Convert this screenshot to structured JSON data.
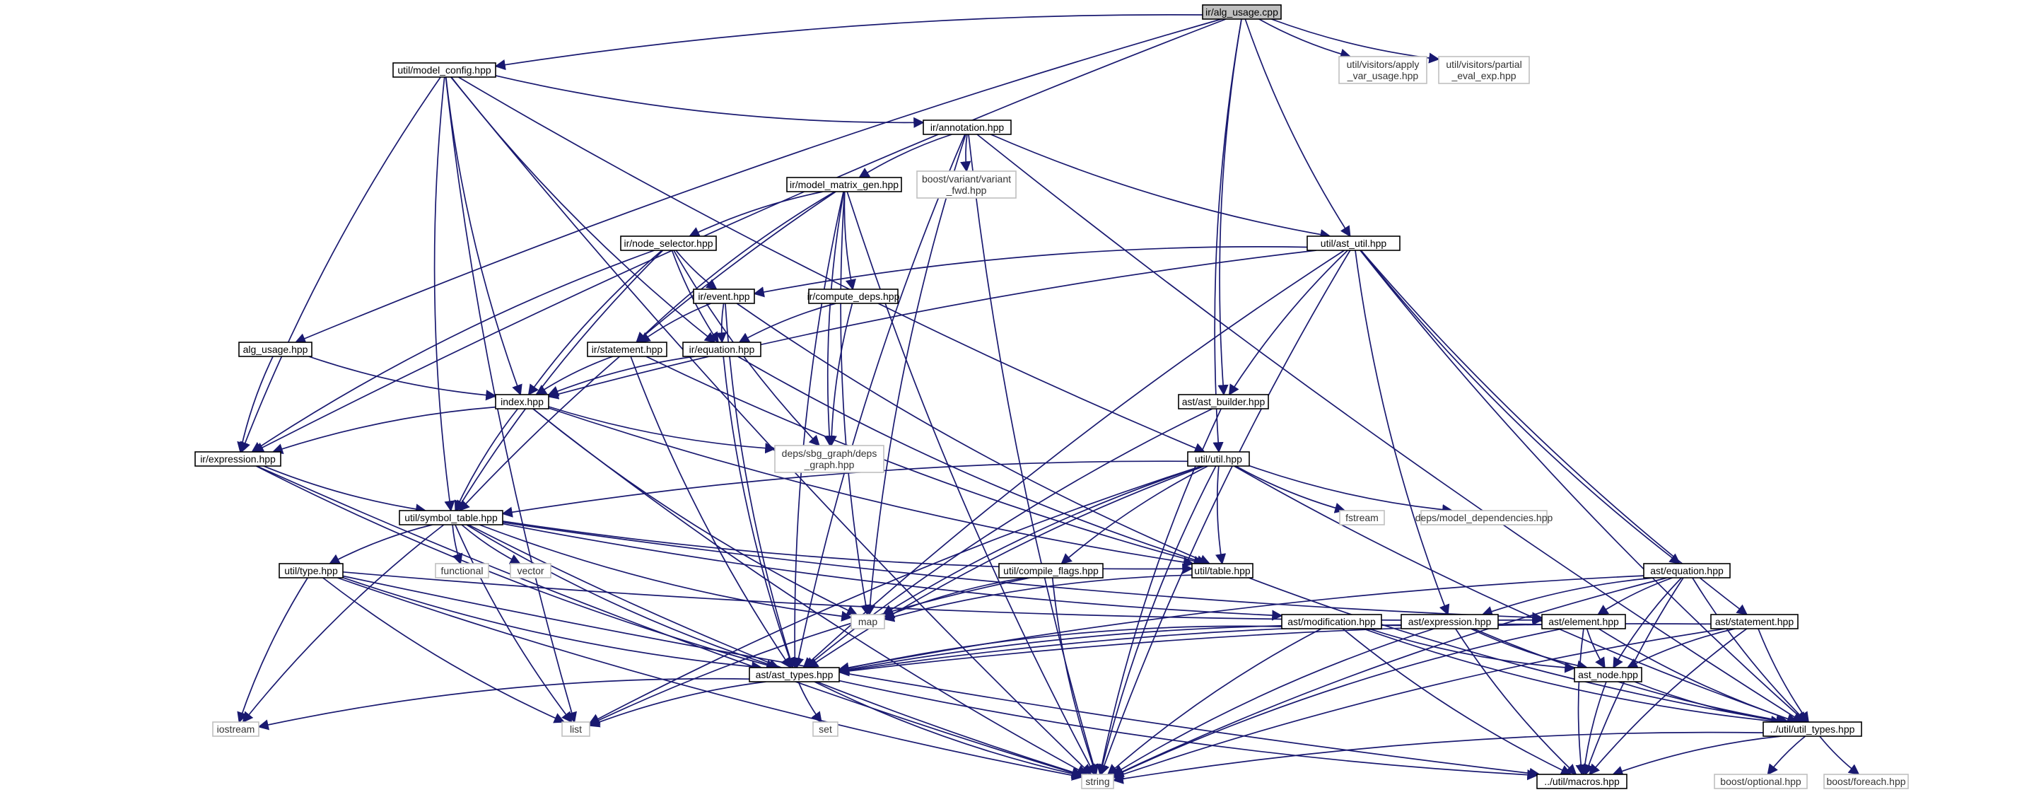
{
  "diagram": {
    "edge_color": "#191970",
    "root_fill": "#bfbfbf",
    "nodes": [
      {
        "id": "n0",
        "lines": [
          "ir/alg_usage.cpp"
        ],
        "kind": "root"
      },
      {
        "id": "n1",
        "lines": [
          "util/model_config.hpp"
        ],
        "kind": "solid"
      },
      {
        "id": "n2",
        "lines": [
          "util/visitors/apply",
          "_var_usage.hpp"
        ],
        "kind": "ext"
      },
      {
        "id": "n3",
        "lines": [
          "util/visitors/partial",
          "_eval_exp.hpp"
        ],
        "kind": "ext"
      },
      {
        "id": "n4",
        "lines": [
          "ir/annotation.hpp"
        ],
        "kind": "solid"
      },
      {
        "id": "n5",
        "lines": [
          "ir/model_matrix_gen.hpp"
        ],
        "kind": "solid"
      },
      {
        "id": "n6",
        "lines": [
          "boost/variant/variant",
          "_fwd.hpp"
        ],
        "kind": "ext"
      },
      {
        "id": "n7",
        "lines": [
          "util/ast_util.hpp"
        ],
        "kind": "solid"
      },
      {
        "id": "n8",
        "lines": [
          "ir/node_selector.hpp"
        ],
        "kind": "solid"
      },
      {
        "id": "n9",
        "lines": [
          "ir/event.hpp"
        ],
        "kind": "solid"
      },
      {
        "id": "n10",
        "lines": [
          "ir/compute_deps.hpp"
        ],
        "kind": "solid"
      },
      {
        "id": "n11",
        "lines": [
          "alg_usage.hpp"
        ],
        "kind": "solid"
      },
      {
        "id": "n12",
        "lines": [
          "ir/statement.hpp"
        ],
        "kind": "solid"
      },
      {
        "id": "n13",
        "lines": [
          "ir/equation.hpp"
        ],
        "kind": "solid"
      },
      {
        "id": "n14",
        "lines": [
          "index.hpp"
        ],
        "kind": "solid"
      },
      {
        "id": "n15",
        "lines": [
          "ast/ast_builder.hpp"
        ],
        "kind": "solid"
      },
      {
        "id": "n16",
        "lines": [
          "ir/expression.hpp"
        ],
        "kind": "solid"
      },
      {
        "id": "n17",
        "lines": [
          "deps/sbg_graph/deps",
          "_graph.hpp"
        ],
        "kind": "ext"
      },
      {
        "id": "n18",
        "lines": [
          "util/util.hpp"
        ],
        "kind": "solid"
      },
      {
        "id": "n19",
        "lines": [
          "util/symbol_table.hpp"
        ],
        "kind": "solid"
      },
      {
        "id": "n20",
        "lines": [
          "functional"
        ],
        "kind": "ext"
      },
      {
        "id": "n21",
        "lines": [
          "vector"
        ],
        "kind": "ext"
      },
      {
        "id": "n22",
        "lines": [
          "fstream"
        ],
        "kind": "ext"
      },
      {
        "id": "n23",
        "lines": [
          "deps/model_dependencies.hpp"
        ],
        "kind": "ext"
      },
      {
        "id": "n24",
        "lines": [
          "util/type.hpp"
        ],
        "kind": "solid"
      },
      {
        "id": "n25",
        "lines": [
          "util/table.hpp"
        ],
        "kind": "solid"
      },
      {
        "id": "n26",
        "lines": [
          "util/compile_flags.hpp"
        ],
        "kind": "solid"
      },
      {
        "id": "n27",
        "lines": [
          "ast/equation.hpp"
        ],
        "kind": "solid"
      },
      {
        "id": "n28",
        "lines": [
          "map"
        ],
        "kind": "ext"
      },
      {
        "id": "n29",
        "lines": [
          "ast/modification.hpp"
        ],
        "kind": "solid"
      },
      {
        "id": "n30",
        "lines": [
          "ast/expression.hpp"
        ],
        "kind": "solid"
      },
      {
        "id": "n31",
        "lines": [
          "ast/element.hpp"
        ],
        "kind": "solid"
      },
      {
        "id": "n32",
        "lines": [
          "ast/statement.hpp"
        ],
        "kind": "solid"
      },
      {
        "id": "n33",
        "lines": [
          "ast/ast_types.hpp"
        ],
        "kind": "solid"
      },
      {
        "id": "n34",
        "lines": [
          "ast_node.hpp"
        ],
        "kind": "solid"
      },
      {
        "id": "n35",
        "lines": [
          "iostream"
        ],
        "kind": "ext"
      },
      {
        "id": "n36",
        "lines": [
          "list"
        ],
        "kind": "ext"
      },
      {
        "id": "n37",
        "lines": [
          "set"
        ],
        "kind": "ext"
      },
      {
        "id": "n38",
        "lines": [
          "../util/util_types.hpp"
        ],
        "kind": "solid"
      },
      {
        "id": "n39",
        "lines": [
          "string"
        ],
        "kind": "ext"
      },
      {
        "id": "n40",
        "lines": [
          "../util/macros.hpp"
        ],
        "kind": "solid"
      },
      {
        "id": "n41",
        "lines": [
          "boost/optional.hpp"
        ],
        "kind": "ext"
      },
      {
        "id": "n42",
        "lines": [
          "boost/foreach.hpp"
        ],
        "kind": "ext"
      }
    ],
    "edges": [
      [
        "n0",
        "n1"
      ],
      [
        "n0",
        "n2"
      ],
      [
        "n0",
        "n3"
      ],
      [
        "n0",
        "n11"
      ],
      [
        "n0",
        "n16"
      ],
      [
        "n0",
        "n7"
      ],
      [
        "n0",
        "n15"
      ],
      [
        "n0",
        "n18"
      ],
      [
        "n1",
        "n4"
      ],
      [
        "n1",
        "n14"
      ],
      [
        "n1",
        "n16"
      ],
      [
        "n1",
        "n19"
      ],
      [
        "n1",
        "n13"
      ],
      [
        "n1",
        "n18"
      ],
      [
        "n1",
        "n39"
      ],
      [
        "n1",
        "n36"
      ],
      [
        "n4",
        "n5"
      ],
      [
        "n4",
        "n6"
      ],
      [
        "n4",
        "n7"
      ],
      [
        "n4",
        "n33"
      ],
      [
        "n4",
        "n28"
      ],
      [
        "n4",
        "n38"
      ],
      [
        "n4",
        "n39"
      ],
      [
        "n5",
        "n8"
      ],
      [
        "n5",
        "n10"
      ],
      [
        "n5",
        "n12"
      ],
      [
        "n5",
        "n17"
      ],
      [
        "n5",
        "n19"
      ],
      [
        "n5",
        "n28"
      ],
      [
        "n5",
        "n39"
      ],
      [
        "n5",
        "n33"
      ],
      [
        "n7",
        "n9"
      ],
      [
        "n7",
        "n14"
      ],
      [
        "n7",
        "n15"
      ],
      [
        "n7",
        "n27"
      ],
      [
        "n7",
        "n32"
      ],
      [
        "n7",
        "n30"
      ],
      [
        "n7",
        "n38"
      ],
      [
        "n7",
        "n33"
      ],
      [
        "n7",
        "n39"
      ],
      [
        "n8",
        "n9"
      ],
      [
        "n8",
        "n13"
      ],
      [
        "n8",
        "n14"
      ],
      [
        "n8",
        "n16"
      ],
      [
        "n8",
        "n19"
      ],
      [
        "n8",
        "n17"
      ],
      [
        "n9",
        "n12"
      ],
      [
        "n9",
        "n13"
      ],
      [
        "n9",
        "n25"
      ],
      [
        "n9",
        "n33"
      ],
      [
        "n10",
        "n13"
      ],
      [
        "n10",
        "n17"
      ],
      [
        "n11",
        "n14"
      ],
      [
        "n11",
        "n16"
      ],
      [
        "n12",
        "n14"
      ],
      [
        "n12",
        "n33"
      ],
      [
        "n12",
        "n25"
      ],
      [
        "n13",
        "n14"
      ],
      [
        "n13",
        "n33"
      ],
      [
        "n13",
        "n25"
      ],
      [
        "n14",
        "n16"
      ],
      [
        "n14",
        "n19"
      ],
      [
        "n14",
        "n17"
      ],
      [
        "n14",
        "n25"
      ],
      [
        "n14",
        "n28"
      ],
      [
        "n14",
        "n39"
      ],
      [
        "n15",
        "n33"
      ],
      [
        "n15",
        "n39"
      ],
      [
        "n16",
        "n19"
      ],
      [
        "n16",
        "n33"
      ],
      [
        "n16",
        "n39"
      ],
      [
        "n18",
        "n19"
      ],
      [
        "n18",
        "n22"
      ],
      [
        "n18",
        "n23"
      ],
      [
        "n18",
        "n25"
      ],
      [
        "n18",
        "n26"
      ],
      [
        "n18",
        "n28"
      ],
      [
        "n18",
        "n33"
      ],
      [
        "n18",
        "n36"
      ],
      [
        "n18",
        "n39"
      ],
      [
        "n18",
        "n38"
      ],
      [
        "n19",
        "n20"
      ],
      [
        "n19",
        "n21"
      ],
      [
        "n19",
        "n24"
      ],
      [
        "n19",
        "n25"
      ],
      [
        "n19",
        "n28"
      ],
      [
        "n19",
        "n33"
      ],
      [
        "n19",
        "n35"
      ],
      [
        "n19",
        "n36"
      ],
      [
        "n19",
        "n39"
      ],
      [
        "n19",
        "n29"
      ],
      [
        "n19",
        "n31"
      ],
      [
        "n24",
        "n33"
      ],
      [
        "n24",
        "n35"
      ],
      [
        "n24",
        "n36"
      ],
      [
        "n24",
        "n39"
      ],
      [
        "n24",
        "n31"
      ],
      [
        "n24",
        "n40"
      ],
      [
        "n25",
        "n28"
      ],
      [
        "n25",
        "n38"
      ],
      [
        "n26",
        "n28"
      ],
      [
        "n26",
        "n36"
      ],
      [
        "n26",
        "n39"
      ],
      [
        "n27",
        "n30"
      ],
      [
        "n27",
        "n31"
      ],
      [
        "n27",
        "n34"
      ],
      [
        "n27",
        "n33"
      ],
      [
        "n27",
        "n38"
      ],
      [
        "n27",
        "n39"
      ],
      [
        "n27",
        "n40"
      ],
      [
        "n29",
        "n33"
      ],
      [
        "n29",
        "n34"
      ],
      [
        "n29",
        "n38"
      ],
      [
        "n29",
        "n39"
      ],
      [
        "n29",
        "n40"
      ],
      [
        "n30",
        "n33"
      ],
      [
        "n30",
        "n34"
      ],
      [
        "n30",
        "n38"
      ],
      [
        "n30",
        "n39"
      ],
      [
        "n30",
        "n40"
      ],
      [
        "n31",
        "n33"
      ],
      [
        "n31",
        "n34"
      ],
      [
        "n31",
        "n38"
      ],
      [
        "n31",
        "n39"
      ],
      [
        "n31",
        "n40"
      ],
      [
        "n32",
        "n33"
      ],
      [
        "n32",
        "n34"
      ],
      [
        "n32",
        "n38"
      ],
      [
        "n32",
        "n39"
      ],
      [
        "n32",
        "n40"
      ],
      [
        "n33",
        "n35"
      ],
      [
        "n33",
        "n36"
      ],
      [
        "n33",
        "n37"
      ],
      [
        "n33",
        "n39"
      ],
      [
        "n33",
        "n40"
      ],
      [
        "n34",
        "n38"
      ],
      [
        "n34",
        "n40"
      ],
      [
        "n38",
        "n39"
      ],
      [
        "n38",
        "n40"
      ],
      [
        "n38",
        "n41"
      ],
      [
        "n38",
        "n42"
      ]
    ]
  }
}
